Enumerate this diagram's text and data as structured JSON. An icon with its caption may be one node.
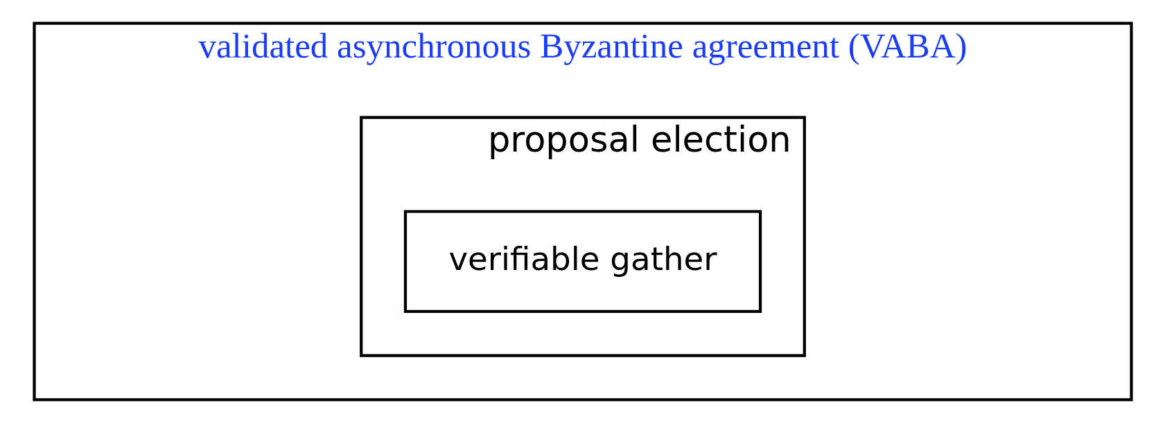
{
  "diagram": {
    "nodes": [
      {
        "text": [
          "validated asynchronous Byzantine agreement (VABA)"
        ]
      },
      {
        "text": [
          "proposal election"
        ],
        "in": 0
      },
      {
        "text": [
          "verifiable gather"
        ],
        "in": 1
      }
    ]
  }
}
